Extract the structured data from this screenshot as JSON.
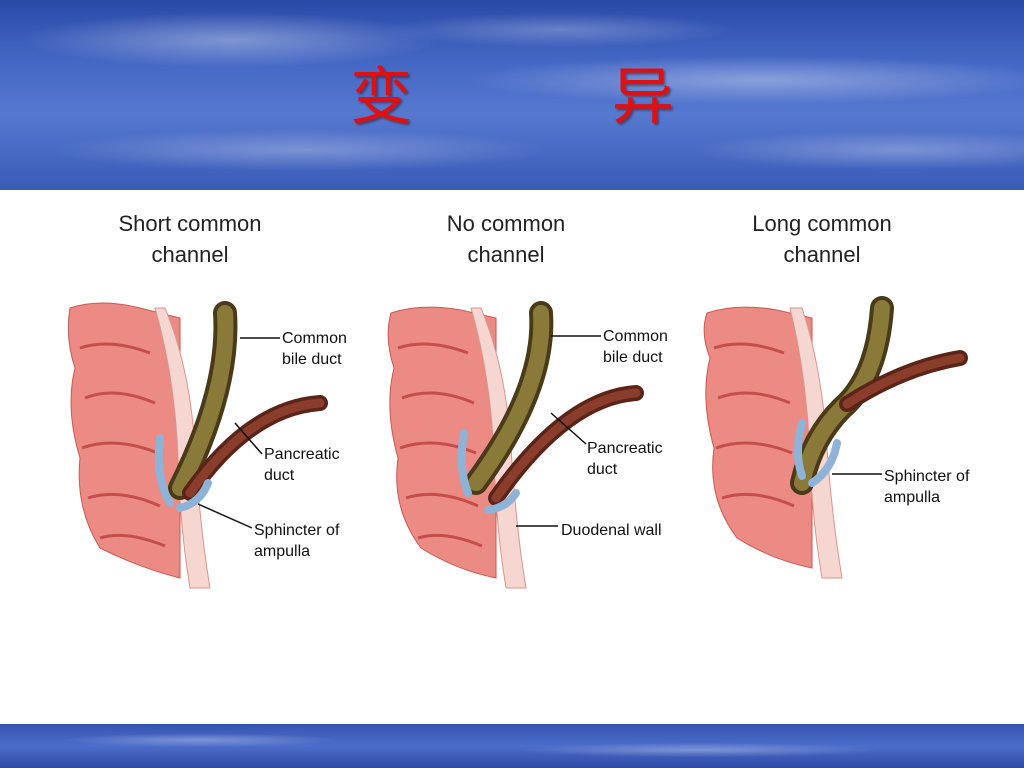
{
  "slide": {
    "title": "变 异"
  },
  "panels": [
    {
      "heading": "Short common\nchannel",
      "labels": {
        "common_bile_duct": "Common\nbile duct",
        "pancreatic_duct": "Pancreatic\nduct",
        "sphincter": "Sphincter of\nampulla"
      }
    },
    {
      "heading": "No common\nchannel",
      "labels": {
        "common_bile_duct": "Common\nbile duct",
        "pancreatic_duct": "Pancreatic\nduct",
        "duodenal_wall": "Duodenal wall"
      }
    },
    {
      "heading": "Long common\nchannel",
      "labels": {
        "sphincter": "Sphincter of\nampulla"
      }
    }
  ],
  "colors": {
    "title_red": "#e01010",
    "duodenum_pink": "#ec8a84",
    "bile_duct_olive": "#8a7a3a",
    "pancreatic_brown": "#8a3d2a",
    "sphincter_blue": "#8fb3d6"
  }
}
